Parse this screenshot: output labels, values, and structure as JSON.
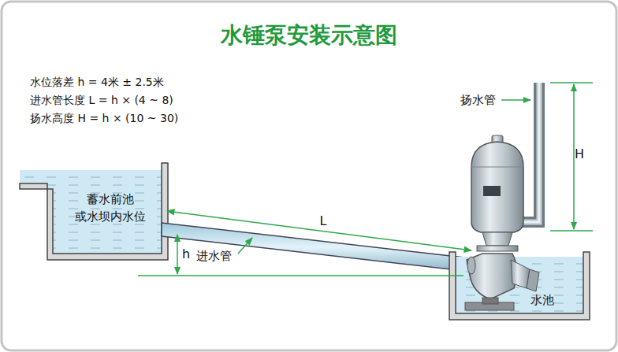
{
  "diagram": {
    "title": "水锤泵安装示意图",
    "nodes": [
      {
        "text": [
          "蓄水前池 或水坝内水位"
        ]
      },
      {
        "text": [
          "水池"
        ]
      }
    ],
    "labels": [
      "水位落差 h = 4米 ± 2.5米",
      "进水管长度 L = h × (4 ~ 8)",
      "扬水高度 H = h × (10 ~ 30)",
      "扬水管",
      "H",
      "L",
      "h",
      "进水管"
    ]
  }
}
